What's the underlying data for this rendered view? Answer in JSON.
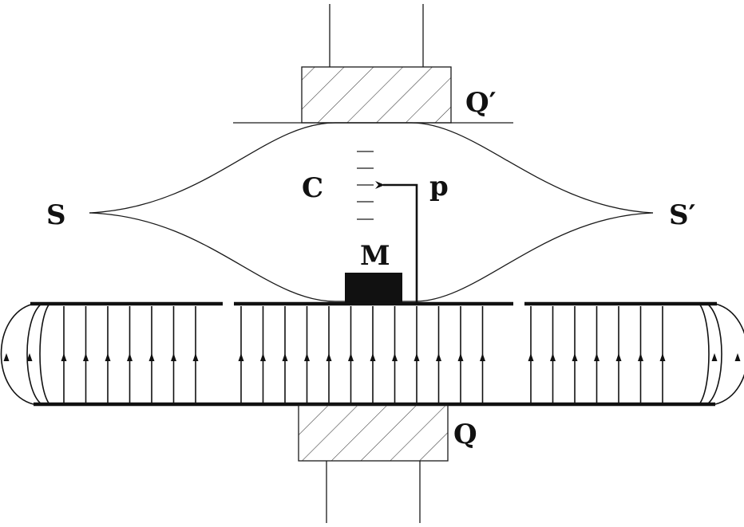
{
  "labels": {
    "q_prime": "Q′",
    "q": "Q",
    "s": "S",
    "s_prime": "S′",
    "c": "C",
    "p": "p",
    "m": "M"
  },
  "colors": {
    "ink": "#111111",
    "background": "#ffffff"
  }
}
